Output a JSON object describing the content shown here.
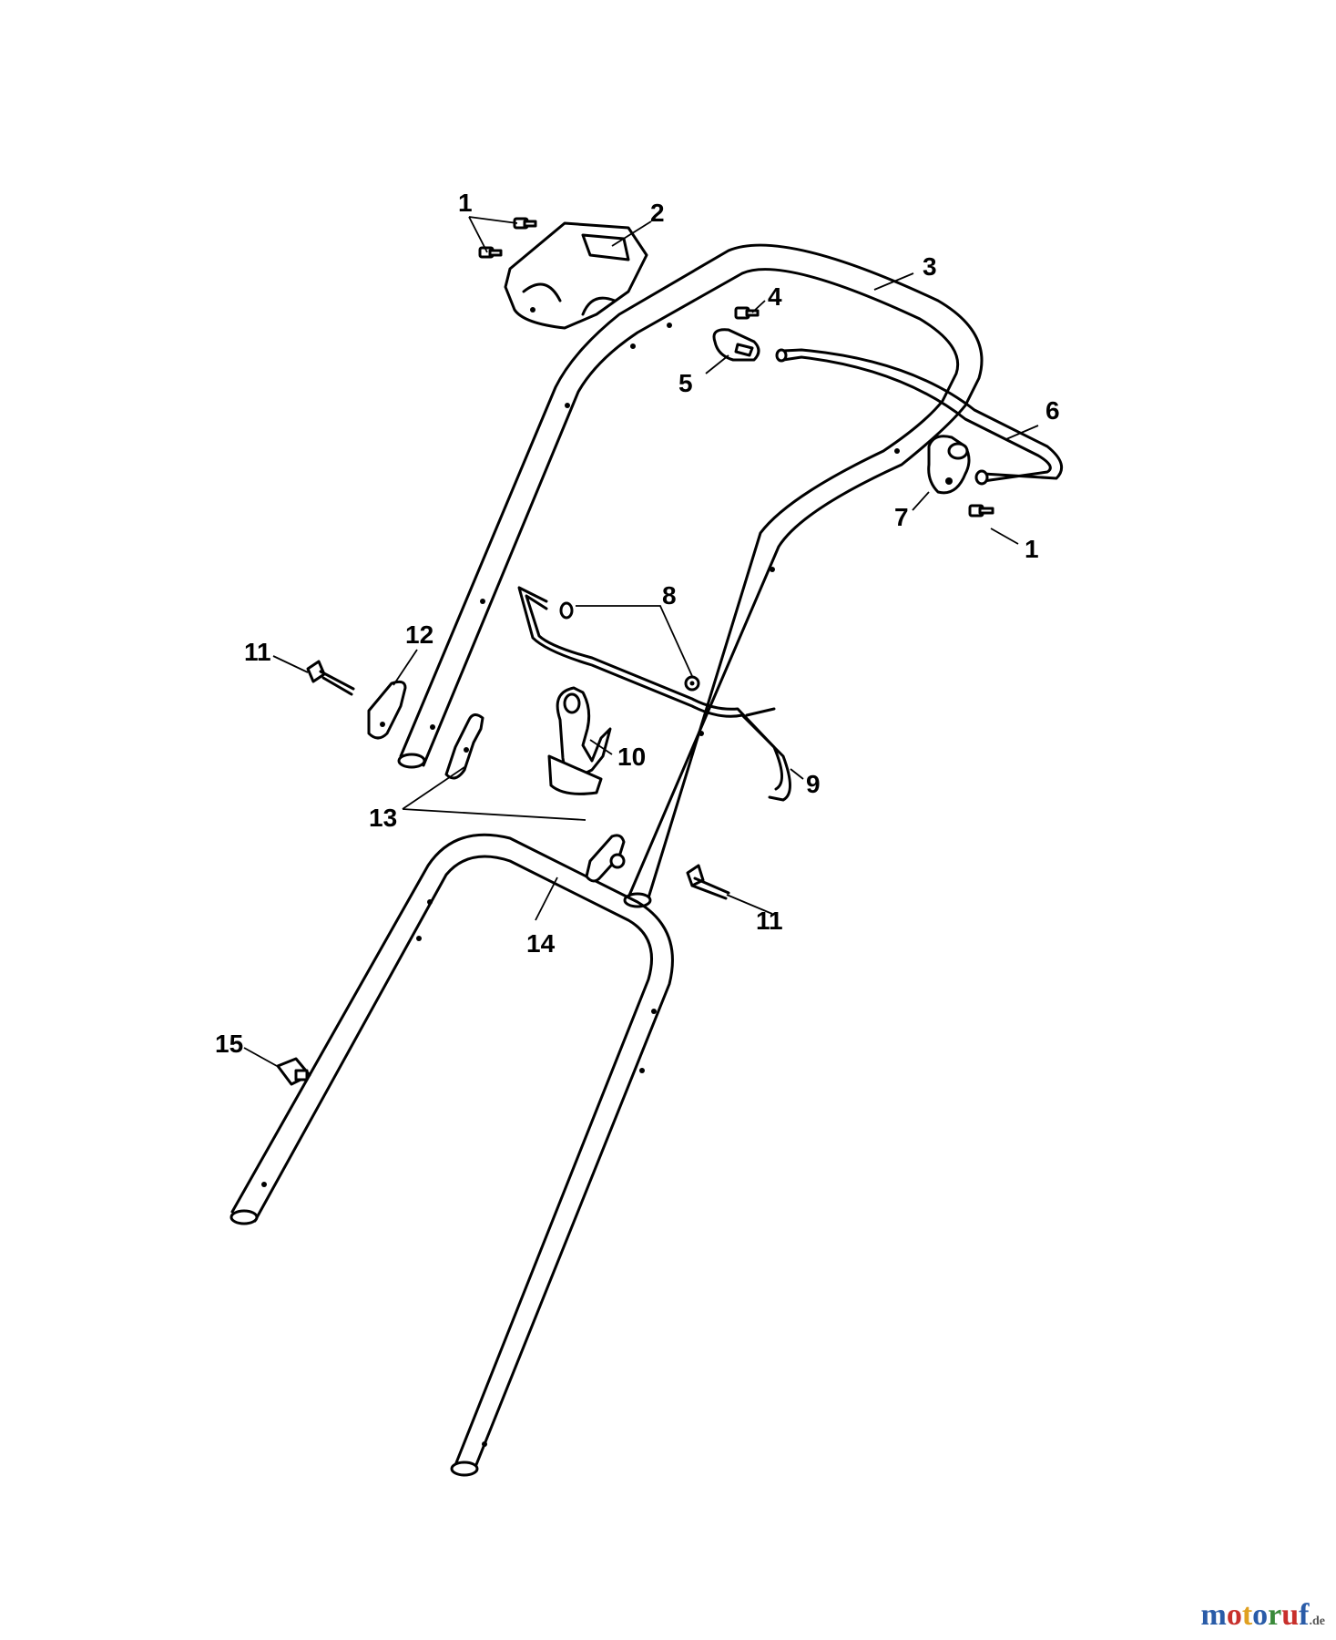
{
  "diagram": {
    "callouts": {
      "c1a": "1",
      "c2": "2",
      "c3": "3",
      "c4": "4",
      "c5": "5",
      "c6": "6",
      "c7": "7",
      "c1b": "1",
      "c8": "8",
      "c11a": "11",
      "c12": "12",
      "c10": "10",
      "c9": "9",
      "c13": "13",
      "c11b": "11",
      "c14": "14",
      "c15": "15"
    }
  },
  "watermark": {
    "letters": [
      "m",
      "o",
      "t",
      "o",
      "r",
      "u",
      "f"
    ],
    "colors": [
      "#2a5ca8",
      "#c8302c",
      "#e0a020",
      "#2a5ca8",
      "#3a8a3a",
      "#c8302c",
      "#2a5ca8"
    ],
    "suffix": ".de"
  }
}
